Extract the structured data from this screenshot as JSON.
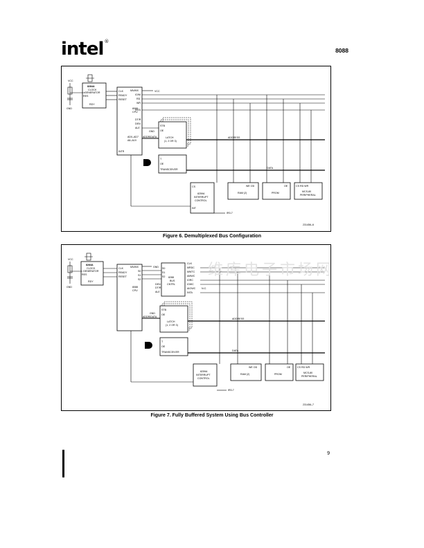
{
  "header": {
    "logo_text": "intel",
    "logo_mark": "®",
    "part_number": "8088"
  },
  "figure6": {
    "caption": "Figure 6. Demultiplexed Bus Configuration",
    "doc_number": "231456–6",
    "clock_gen": [
      "8284A",
      "CLOCK",
      "GENERATOR"
    ],
    "clock_pins": [
      "RES",
      "RDY"
    ],
    "vcc": "VCC",
    "gnd": "GND",
    "cpu_pins": [
      "CLK",
      "READY",
      "RESET"
    ],
    "cpu_label": [
      "8088",
      "CPU"
    ],
    "cpu_right_pins": [
      "MN/MX",
      "IO/M",
      "RD",
      "WR",
      "DT/R",
      "DEN",
      "ALE",
      "AD0–AD7",
      "A8–A19",
      "INTA",
      "INTR"
    ],
    "latch": [
      "STB",
      "OE",
      "LATCH",
      "(1, 2 OR 3)"
    ],
    "transceiver": [
      "T",
      "OE",
      "TRANSCEIVER"
    ],
    "pic": [
      "CS",
      "8259A",
      "INTERRUPT",
      "CONTROL",
      "INT"
    ],
    "address": "ADDRESS",
    "data": "DATA",
    "addr_data": "ADDR/DATA",
    "ram": "RAM (2)",
    "prom": "PROM",
    "mcs80": [
      "MCS-80",
      "PERIPHERAL"
    ],
    "ram_pins": "WE  OD",
    "prom_pins": "OE",
    "mcs_pins": "CS  RD WR",
    "ir": "IR0-7",
    "gnd2": "GND"
  },
  "figure7": {
    "caption": "Figure 7. Fully Buffered System Using Bus Controller",
    "doc_number": "231456–7",
    "clock_gen": [
      "8284A",
      "CLOCK",
      "GENERATOR"
    ],
    "clock_pins": [
      "RES",
      "RDY"
    ],
    "vcc": "VCC",
    "gnd": "GND",
    "cpu_pins": [
      "CLK",
      "READY",
      "RESET"
    ],
    "cpu_label": [
      "8088",
      "CPU"
    ],
    "bus_ctrl": [
      "8288",
      "BUS",
      "CNTRL"
    ],
    "bus_ctrl_pins": [
      "CLK",
      "MRDC",
      "MWTC",
      "AMWC",
      "IORC",
      "IOWC",
      "AIOWC",
      "INTA"
    ],
    "bus_ctrl_left": [
      "S0",
      "S1",
      "S2",
      "DEN",
      "DT/R",
      "ALE"
    ],
    "cpu_right": [
      "MN/MX",
      "S0",
      "S1",
      "S2"
    ],
    "latch": [
      "STB",
      "OE",
      "LATCH",
      "(1, 2 OR 3)"
    ],
    "transceiver": [
      "T",
      "OE",
      "TRANSCEIVER"
    ],
    "pic": [
      "8259A",
      "INTERRUPT",
      "CONTROL"
    ],
    "address": "ADDRESS",
    "data": "DATA",
    "addr_data": "ADDR/DATA",
    "ram": "RAM (2)",
    "prom": "PROM",
    "mcs80": [
      "MCS-80",
      "PERIPHERAL"
    ],
    "ram_pins": "WE  OD",
    "prom_pins": "OE",
    "mcs_pins": "CS  RD WR",
    "ir": "IR0-7",
    "nc": "N.C."
  },
  "watermark": "维库电子市场网",
  "page_number": "9"
}
